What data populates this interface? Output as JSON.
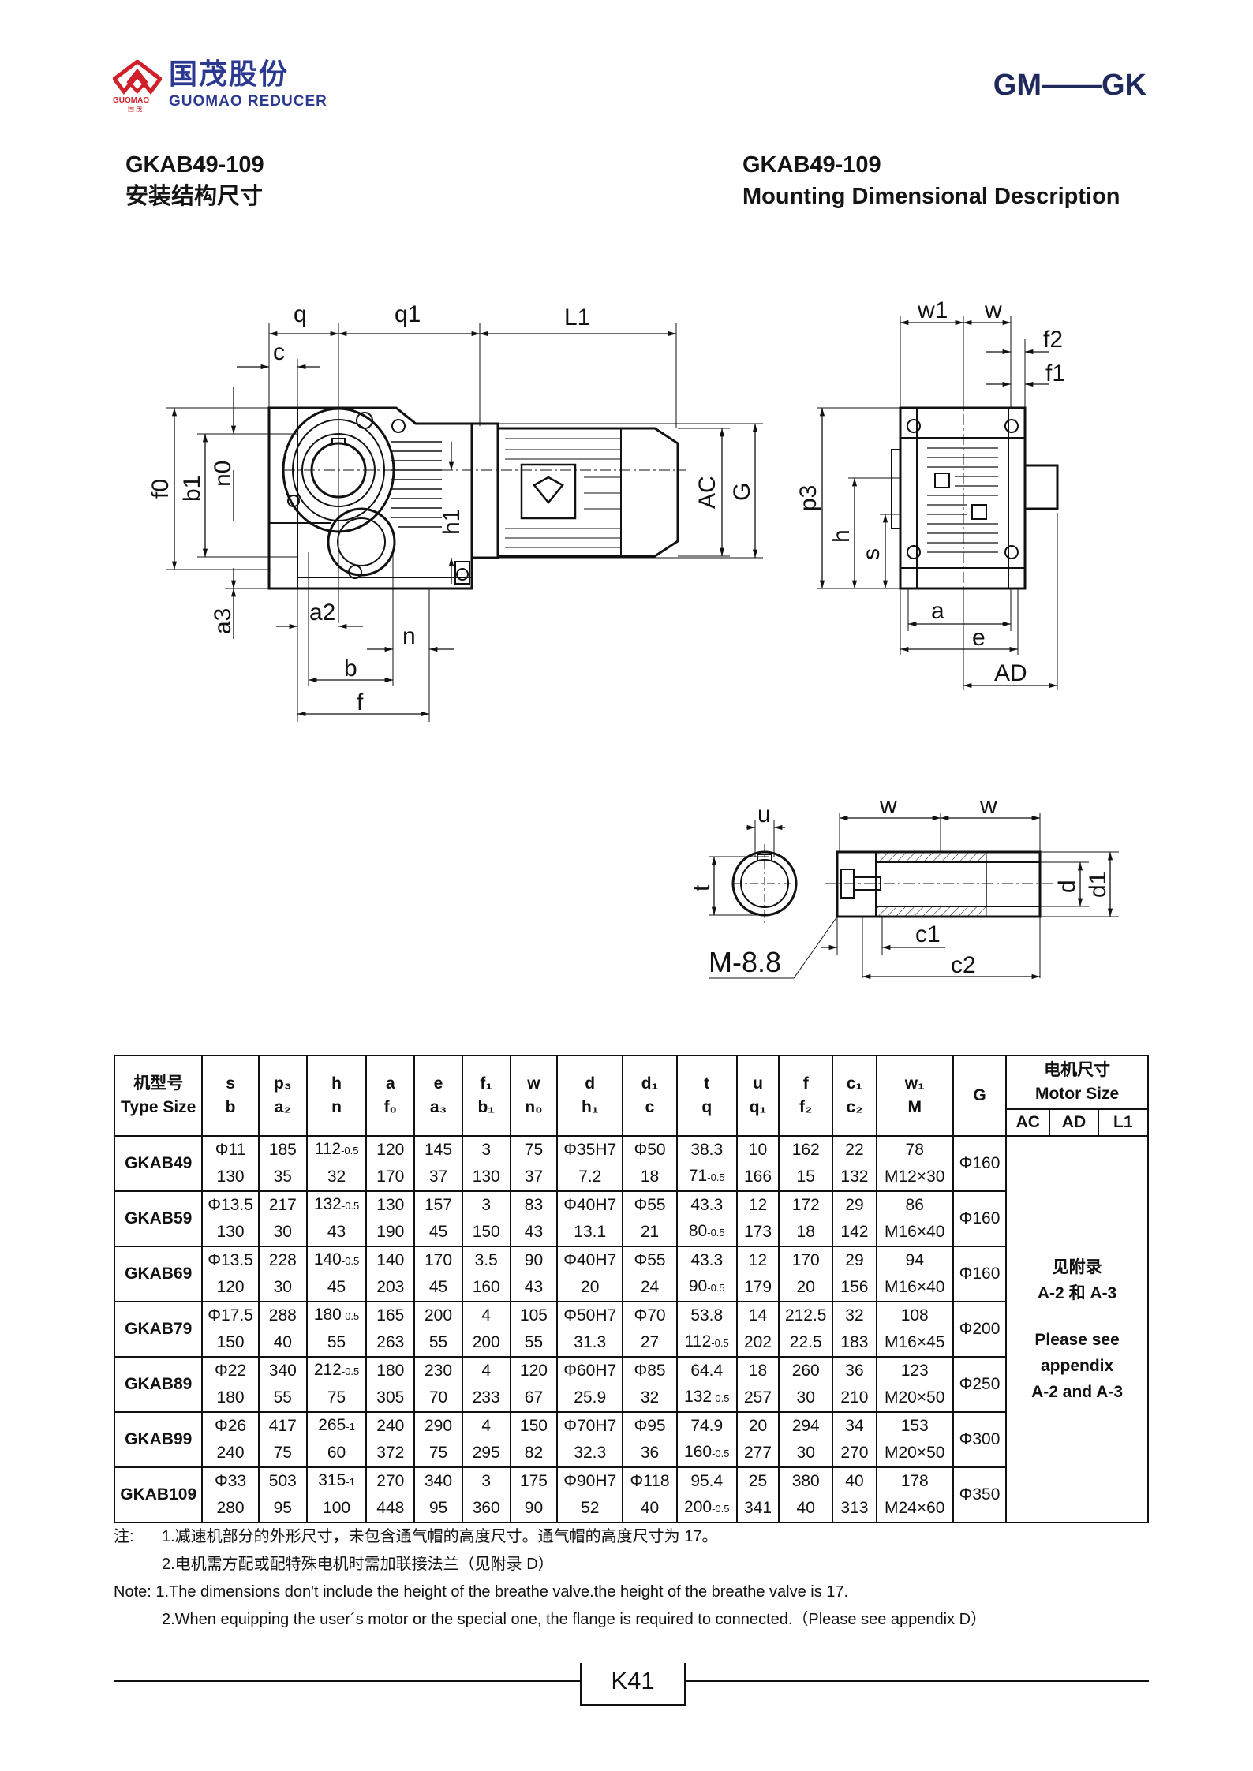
{
  "header": {
    "logo_cn": "国茂股份",
    "logo_en": "GUOMAO REDUCER",
    "logo_mark": "GUOMAO",
    "logo_mark_cn": "国 茂",
    "series": "GM——GK",
    "title_left_model": "GKAB49-109",
    "title_left_desc": "安装结构尺寸",
    "title_right_model": "GKAB49-109",
    "title_right_desc": "Mounting Dimensional Description"
  },
  "drawing": {
    "side": {
      "q": "q",
      "q1": "q1",
      "L1": "L1",
      "c": "c",
      "f0": "f0",
      "b1": "b1",
      "n0": "n0",
      "h1": "h1",
      "AC": "AC",
      "G": "G",
      "a3": "a3",
      "a2": "a2",
      "n": "n",
      "b": "b",
      "f": "f"
    },
    "end": {
      "w1": "w1",
      "w": "w",
      "f2": "f2",
      "f1": "f1",
      "p3": "p3",
      "h": "h",
      "s": "s",
      "a": "a",
      "e": "e",
      "AD": "AD"
    },
    "shaft": {
      "u": "u",
      "t": "t",
      "w_left": "w",
      "w_right": "w",
      "d": "d",
      "d1": "d1",
      "c1": "c1",
      "c2": "c2",
      "bolt": "M-8.8"
    }
  },
  "table": {
    "type_header_cn": "机型号",
    "type_header_en": "Type Size",
    "columns": [
      [
        "s",
        "b"
      ],
      [
        "p₃",
        "a₂"
      ],
      [
        "h",
        "n"
      ],
      [
        "a",
        "f₀"
      ],
      [
        "e",
        "a₃"
      ],
      [
        "f₁",
        "b₁"
      ],
      [
        "w",
        "n₀"
      ],
      [
        "d",
        "h₁"
      ],
      [
        "d₁",
        "c"
      ],
      [
        "t",
        "q"
      ],
      [
        "u",
        "q₁"
      ],
      [
        "f",
        "f₂"
      ],
      [
        "c₁",
        "c₂"
      ],
      [
        "w₁",
        "M"
      ]
    ],
    "g_header": "G",
    "motor_header_cn": "电机尺寸",
    "motor_header_en": "Motor Size",
    "motor_sub": [
      "AC",
      "AD",
      "L1"
    ],
    "motor_note": [
      "见附录",
      "A-2 和 A-3",
      "Please see",
      "appendix",
      "A-2 and A-3"
    ],
    "rows": [
      {
        "type": "GKAB49",
        "g": "Φ160",
        "cells": [
          [
            "Φ11",
            "130"
          ],
          [
            "185",
            "35"
          ],
          [
            "112",
            "32"
          ],
          [
            "120",
            "170"
          ],
          [
            "145",
            "37"
          ],
          [
            "3",
            "130"
          ],
          [
            "75",
            "37"
          ],
          [
            "Φ35H7",
            "7.2"
          ],
          [
            "Φ50",
            "18"
          ],
          [
            "38.3",
            "71"
          ],
          [
            "10",
            "166"
          ],
          [
            "162",
            "15"
          ],
          [
            "22",
            "132"
          ],
          [
            "78",
            "M12×30"
          ]
        ],
        "tol": {
          "h": "-0.5",
          "q": "-0.5"
        }
      },
      {
        "type": "GKAB59",
        "g": "Φ160",
        "cells": [
          [
            "Φ13.5",
            "130"
          ],
          [
            "217",
            "30"
          ],
          [
            "132",
            "43"
          ],
          [
            "130",
            "190"
          ],
          [
            "157",
            "45"
          ],
          [
            "3",
            "150"
          ],
          [
            "83",
            "43"
          ],
          [
            "Φ40H7",
            "13.1"
          ],
          [
            "Φ55",
            "21"
          ],
          [
            "43.3",
            "80"
          ],
          [
            "12",
            "173"
          ],
          [
            "172",
            "18"
          ],
          [
            "29",
            "142"
          ],
          [
            "86",
            "M16×40"
          ]
        ],
        "tol": {
          "h": "-0.5",
          "q": "-0.5"
        }
      },
      {
        "type": "GKAB69",
        "g": "Φ160",
        "cells": [
          [
            "Φ13.5",
            "120"
          ],
          [
            "228",
            "30"
          ],
          [
            "140",
            "45"
          ],
          [
            "140",
            "203"
          ],
          [
            "170",
            "45"
          ],
          [
            "3.5",
            "160"
          ],
          [
            "90",
            "43"
          ],
          [
            "Φ40H7",
            "20"
          ],
          [
            "Φ55",
            "24"
          ],
          [
            "43.3",
            "90"
          ],
          [
            "12",
            "179"
          ],
          [
            "170",
            "20"
          ],
          [
            "29",
            "156"
          ],
          [
            "94",
            "M16×40"
          ]
        ],
        "tol": {
          "h": "-0.5",
          "q": "-0.5"
        }
      },
      {
        "type": "GKAB79",
        "g": "Φ200",
        "cells": [
          [
            "Φ17.5",
            "150"
          ],
          [
            "288",
            "40"
          ],
          [
            "180",
            "55"
          ],
          [
            "165",
            "263"
          ],
          [
            "200",
            "55"
          ],
          [
            "4",
            "200"
          ],
          [
            "105",
            "55"
          ],
          [
            "Φ50H7",
            "31.3"
          ],
          [
            "Φ70",
            "27"
          ],
          [
            "53.8",
            "112"
          ],
          [
            "14",
            "202"
          ],
          [
            "212.5",
            "22.5"
          ],
          [
            "32",
            "183"
          ],
          [
            "108",
            "M16×45"
          ]
        ],
        "tol": {
          "h": "-0.5",
          "q": "-0.5"
        }
      },
      {
        "type": "GKAB89",
        "g": "Φ250",
        "cells": [
          [
            "Φ22",
            "180"
          ],
          [
            "340",
            "55"
          ],
          [
            "212",
            "75"
          ],
          [
            "180",
            "305"
          ],
          [
            "230",
            "70"
          ],
          [
            "4",
            "233"
          ],
          [
            "120",
            "67"
          ],
          [
            "Φ60H7",
            "25.9"
          ],
          [
            "Φ85",
            "32"
          ],
          [
            "64.4",
            "132"
          ],
          [
            "18",
            "257"
          ],
          [
            "260",
            "30"
          ],
          [
            "36",
            "210"
          ],
          [
            "123",
            "M20×50"
          ]
        ],
        "tol": {
          "h": "-0.5",
          "q": "-0.5"
        }
      },
      {
        "type": "GKAB99",
        "g": "Φ300",
        "cells": [
          [
            "Φ26",
            "240"
          ],
          [
            "417",
            "75"
          ],
          [
            "265",
            "60"
          ],
          [
            "240",
            "372"
          ],
          [
            "290",
            "75"
          ],
          [
            "4",
            "295"
          ],
          [
            "150",
            "82"
          ],
          [
            "Φ70H7",
            "32.3"
          ],
          [
            "Φ95",
            "36"
          ],
          [
            "74.9",
            "160"
          ],
          [
            "20",
            "277"
          ],
          [
            "294",
            "30"
          ],
          [
            "34",
            "270"
          ],
          [
            "153",
            "M20×50"
          ]
        ],
        "tol": {
          "h": "-1",
          "q": "-0.5"
        }
      },
      {
        "type": "GKAB109",
        "g": "Φ350",
        "cells": [
          [
            "Φ33",
            "280"
          ],
          [
            "503",
            "95"
          ],
          [
            "315",
            "100"
          ],
          [
            "270",
            "448"
          ],
          [
            "340",
            "95"
          ],
          [
            "3",
            "360"
          ],
          [
            "175",
            "90"
          ],
          [
            "Φ90H7",
            "52"
          ],
          [
            "Φ118",
            "40"
          ],
          [
            "95.4",
            "200"
          ],
          [
            "25",
            "341"
          ],
          [
            "380",
            "40"
          ],
          [
            "40",
            "313"
          ],
          [
            "178",
            "M24×60"
          ]
        ],
        "tol": {
          "h": "-1",
          "q": "-0.5"
        }
      }
    ]
  },
  "notes": {
    "cn_label": "注:",
    "cn_1": "1.减速机部分的外形尺寸，未包含通气帽的高度尺寸。通气帽的高度尺寸为 17。",
    "cn_2": "2.电机需方配或配特殊电机时需加联接法兰（见附录 D）",
    "en_1": "Note: 1.The dimensions don't include the height of the breathe valve.the height of the breathe valve is 17.",
    "en_2": "2.When equipping the user´s motor or the special one, the flange is required to connected.（Please see appendix D）"
  },
  "footer": {
    "page": "K41"
  },
  "colors": {
    "brand_navy": "#2b3990",
    "brand_red": "#d0202a",
    "series": "#1f2a5c"
  }
}
